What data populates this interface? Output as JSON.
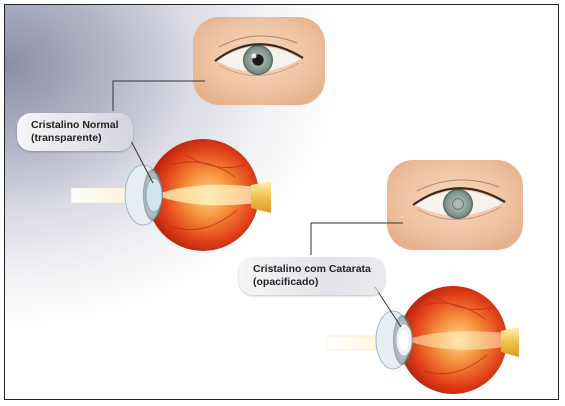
{
  "normal": {
    "line1": "Cristalino Normal",
    "line2": "(transparente)"
  },
  "cataract": {
    "line1": "Cristalino com Catarata",
    "line2": "(opacificado)"
  },
  "colors": {
    "skin": "#f1c8a8",
    "iris": "#8fa09a",
    "eyeball": "#e54a1a",
    "lens_normal": "#cfe6f2",
    "lens_cataract": "#e7eef2",
    "light_beam": "#fff6d8"
  },
  "icons": [
    "eye-photo-normal",
    "eye-photo-cataract",
    "eyeball-cross-section-normal",
    "eyeball-cross-section-cataract"
  ]
}
